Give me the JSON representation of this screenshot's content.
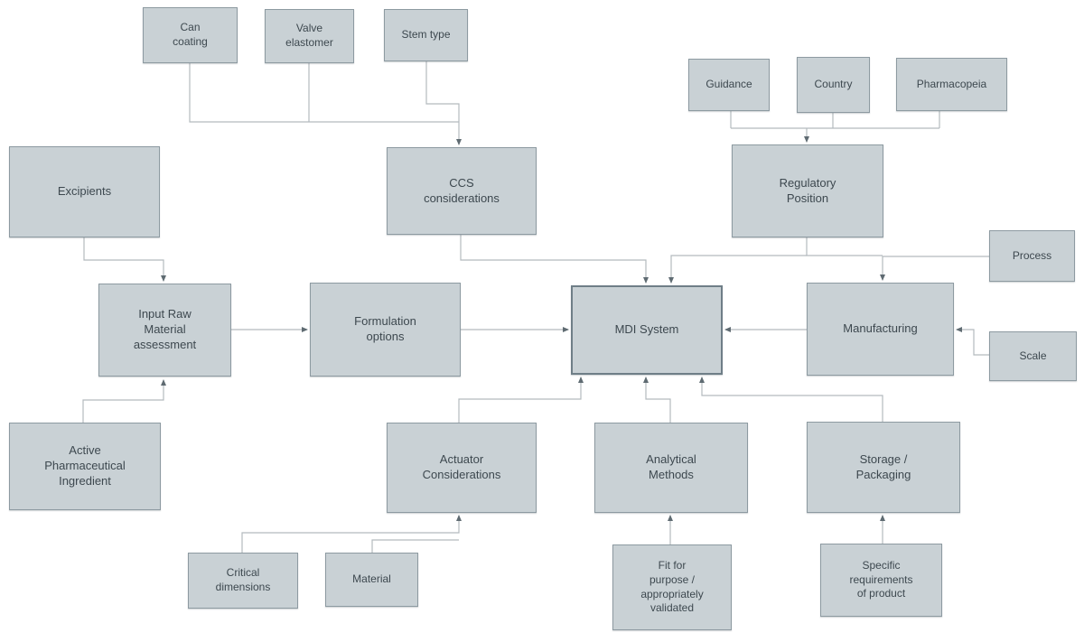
{
  "diagram": {
    "colors": {
      "node_fill": "#c9d1d5",
      "node_border": "#8d9aa1",
      "mdi_border": "#6f7e87",
      "line_color": "#b3babe",
      "arrow_color": "#5f6b72",
      "text_color": "#3d484f",
      "background": "#ffffff"
    },
    "nodes": {
      "can_coating": {
        "label": "Can\ncoating"
      },
      "valve_elastomer": {
        "label": "Valve\nelastomer"
      },
      "stem_type": {
        "label": "Stem type"
      },
      "guidance": {
        "label": "Guidance"
      },
      "country": {
        "label": "Country"
      },
      "pharmacopeia": {
        "label": "Pharmacopeia"
      },
      "excipients": {
        "label": "Excipients"
      },
      "ccs_considerations": {
        "label": "CCS\nconsiderations"
      },
      "regulatory_position": {
        "label": "Regulatory\nPosition"
      },
      "process": {
        "label": "Process"
      },
      "input_raw_material": {
        "label": "Input Raw\nMaterial\nassessment"
      },
      "formulation_options": {
        "label": "Formulation\noptions"
      },
      "mdi_system": {
        "label": "MDI System"
      },
      "manufacturing": {
        "label": "Manufacturing"
      },
      "scale": {
        "label": "Scale"
      },
      "active_pharmaceutical_ingredient": {
        "label": "Active\nPharmaceutical\nIngredient"
      },
      "actuator_considerations": {
        "label": "Actuator\nConsiderations"
      },
      "analytical_methods": {
        "label": "Analytical\nMethods"
      },
      "storage_packaging": {
        "label": "Storage /\nPackaging"
      },
      "critical_dimensions": {
        "label": "Critical\ndimensions"
      },
      "material": {
        "label": "Material"
      },
      "fit_for_purpose": {
        "label": "Fit for\npurpose /\nappropriately\nvalidated"
      },
      "specific_requirements": {
        "label": "Specific\nrequirements\nof product"
      }
    }
  }
}
